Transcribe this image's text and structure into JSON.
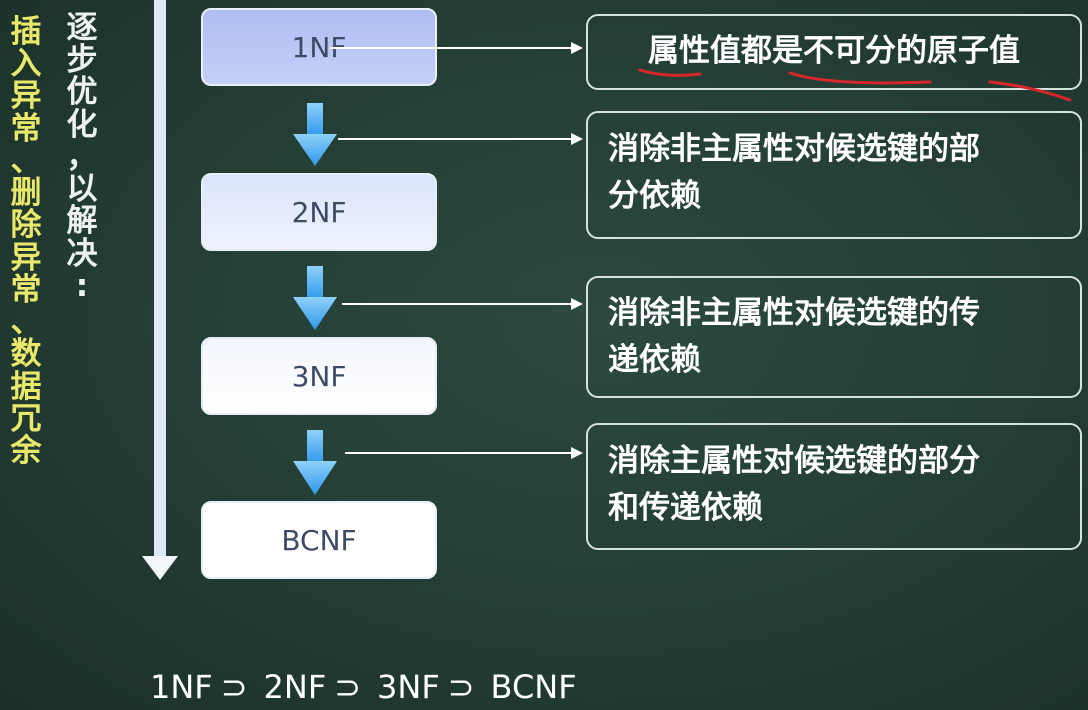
{
  "side_labels": {
    "yellow": [
      "插",
      "入",
      "异",
      "常",
      "、",
      "删",
      "除",
      "异",
      "常",
      "、",
      "数",
      "据",
      "冗",
      "余"
    ],
    "white": [
      "逐",
      "步",
      "优",
      "化",
      "，",
      "以",
      "解",
      "决",
      ":"
    ]
  },
  "normal_forms": [
    {
      "label": "1NF",
      "description": "属性值都是不可分的原子值"
    },
    {
      "label": "2NF",
      "description": "消除非主属性对候选键的部分依赖"
    },
    {
      "label": "3NF",
      "description": "消除非主属性对候选键的传递依赖"
    },
    {
      "label": "BCNF",
      "description": "消除主属性对候选键的部分和传递依赖"
    }
  ],
  "desc_lines": {
    "d2": [
      "消除非主属性对候选键的部",
      "分依赖"
    ],
    "d3": [
      "消除非主属性对候选键的传",
      "递依赖"
    ],
    "d4": [
      "消除主属性对候选键的部分",
      "和传递依赖"
    ]
  },
  "chain": {
    "nf1": "1NF",
    "sym1": "⊃",
    "nf2": "2NF",
    "sym2": "⊃",
    "nf3": "3NF",
    "sym3": "⊃",
    "nf4": "BCNF"
  },
  "colors": {
    "yellow_text": "#e9e86b",
    "arrow_blue": "#3aa6f0",
    "annotation_red": "#d8262b",
    "background": "#243f35"
  }
}
